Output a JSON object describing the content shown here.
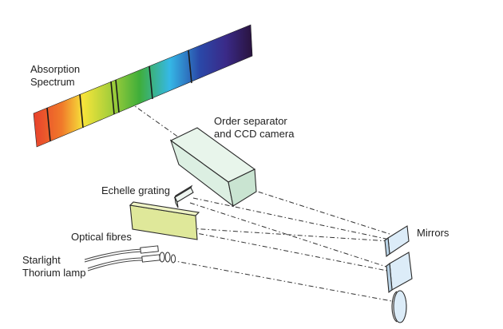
{
  "labels": {
    "absorption_spectrum_line1": "Absorption",
    "absorption_spectrum_line2": "Spectrum",
    "order_separator_line1": "Order separator",
    "order_separator_line2": "and CCD camera",
    "echelle_grating": "Echelle grating",
    "optical_fibres": "Optical fibres",
    "mirrors": "Mirrors",
    "starlight": "Starlight",
    "thorium_lamp": "Thorium lamp"
  },
  "colors": {
    "spectrum_red": "#e8452c",
    "spectrum_yellow": "#f6e43a",
    "spectrum_green": "#3fae3a",
    "spectrum_cyan": "#35b8e6",
    "spectrum_blue": "#2a48a8",
    "spectrum_violet": "#2a1440",
    "camera_box": "#dcefe2",
    "echelle_plate": "#dfe89a",
    "mirror": "#dcecf8",
    "line": "#333333"
  }
}
